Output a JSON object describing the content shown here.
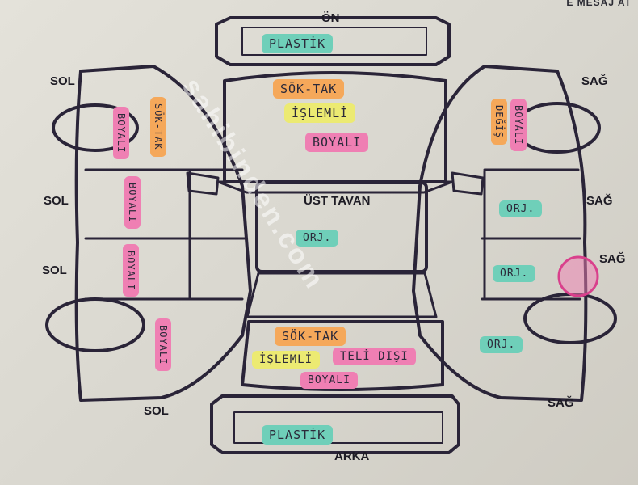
{
  "header_fragment": "E MESAJ AT",
  "watermark": "sahibinden.com",
  "labels": {
    "front": "ÖN",
    "roof": "ÜST TAVAN",
    "rear": "ARKA",
    "left": "SOL",
    "right": "SAĞ"
  },
  "notes": {
    "front_bumper": "PLASTİK",
    "hood": [
      "SÖK-TAK",
      "İŞLEMLİ",
      "BOYALI"
    ],
    "roof": "ORJ.",
    "trunk": [
      "SÖK-TAK",
      "İŞLEMLİ",
      "TELİ DIŞI",
      "BOYALI"
    ],
    "rear_bumper": "PLASTİK",
    "left_front_fender": [
      "BOYALI",
      "SÖK-TAK"
    ],
    "left_front_door": "BOYALI",
    "left_rear_door": "BOYALI",
    "left_rear_fender": "BOYALI",
    "right_front_fender": [
      "DEĞİŞ",
      "BOYALI"
    ],
    "right_front_door": "ORJ.",
    "right_rear_door": "ORJ.",
    "right_rear_fender": "ORJ."
  },
  "colors": {
    "teal": "#6fcfb9",
    "orange": "#f5a85a",
    "yellow": "#ecea72",
    "pink": "#ef7fb3",
    "ink": "#2a2438"
  }
}
